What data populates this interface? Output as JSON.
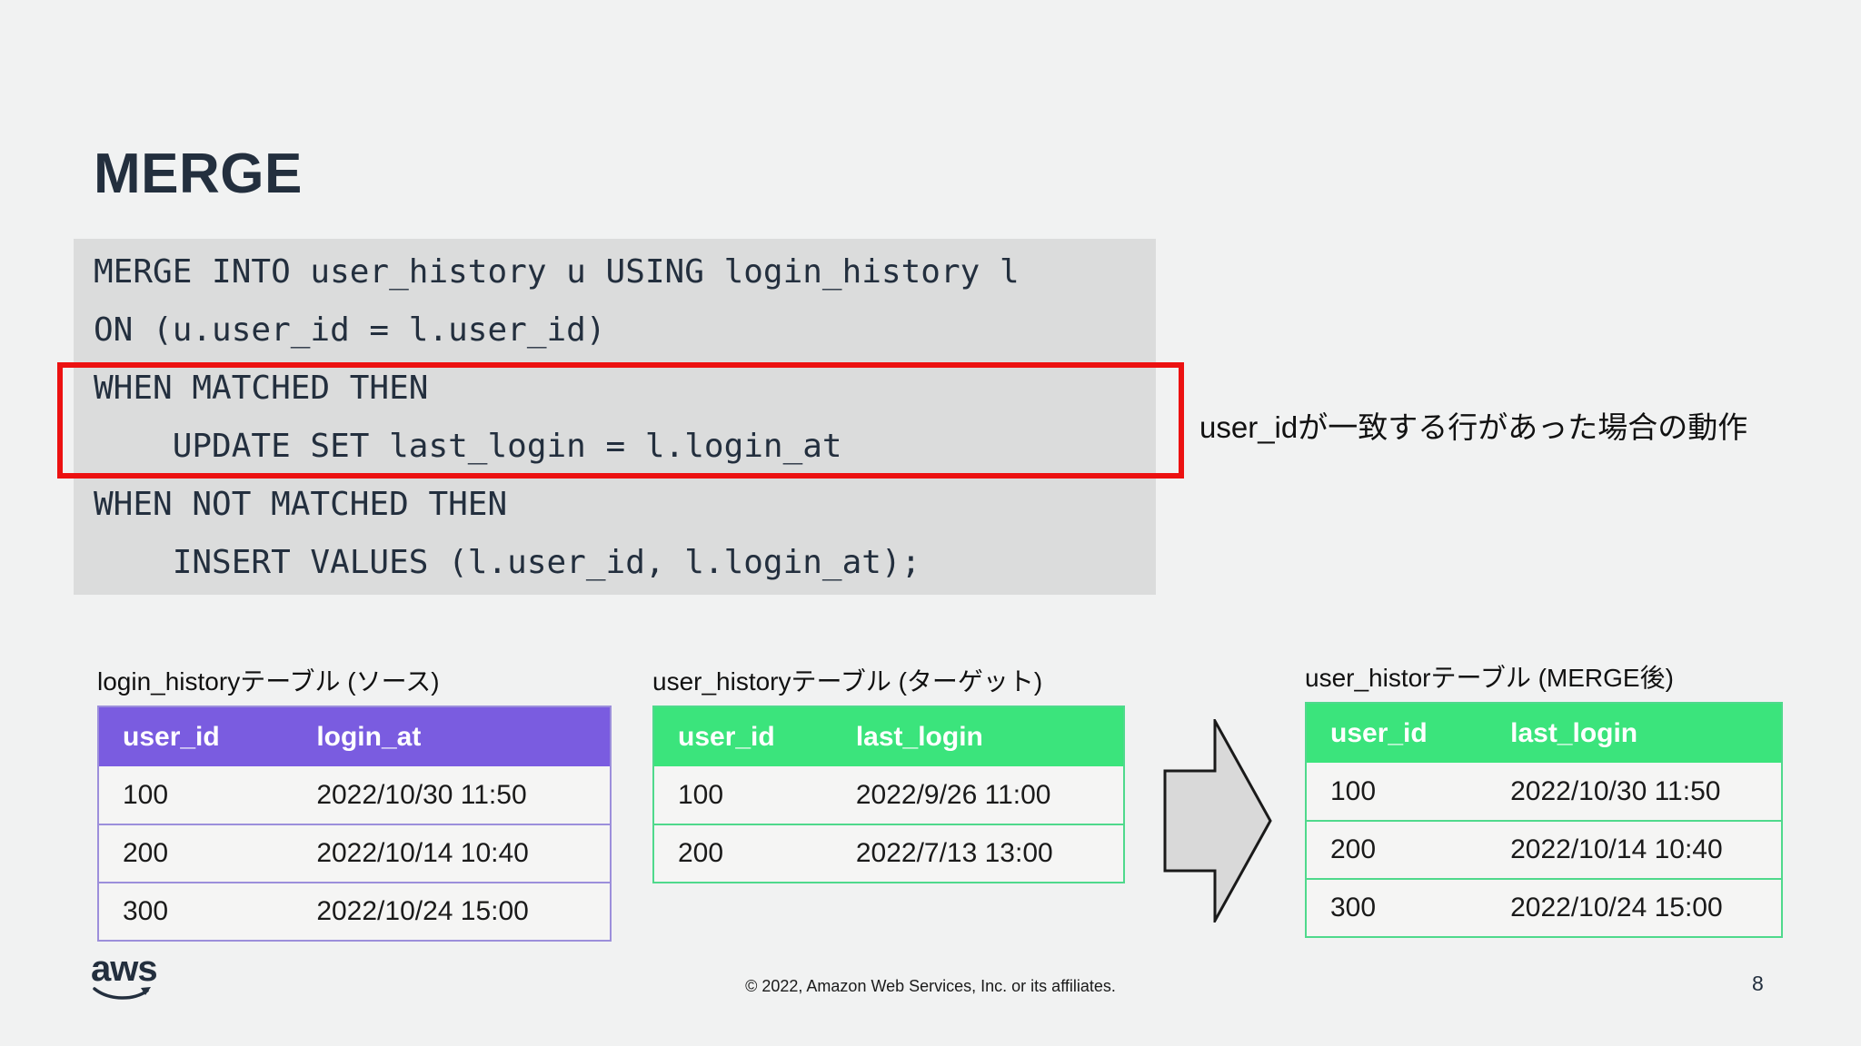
{
  "slide": {
    "title": "MERGE",
    "page_number": "8",
    "footer_copyright": "© 2022, Amazon Web Services, Inc. or its affiliates.",
    "logo_text": "aws"
  },
  "code": {
    "lines": [
      "MERGE INTO user_history u USING login_history l",
      "ON (u.user_id = l.user_id)",
      "WHEN MATCHED THEN",
      "    UPDATE SET last_login = l.login_at",
      "WHEN NOT MATCHED THEN",
      "    INSERT VALUES (l.user_id, l.login_at);"
    ],
    "highlight_note": "user_idが一致する行があった場合の動作"
  },
  "colors": {
    "page_background": "#F1F2F2",
    "title_text": "#232F3E",
    "code_background": "#DBDCDC",
    "code_text": "#232F3E",
    "highlight_box_red": "#EC1111",
    "changed_value_red": "#E01111",
    "source_header_purple": "#7A5CE0",
    "target_header_green": "#3BE47C",
    "arrow_fill_gray": "#D9D9D9"
  },
  "tables": {
    "source": {
      "caption": "login_historyテーブル (ソース)",
      "columns": [
        "user_id",
        "login_at"
      ],
      "rows": [
        {
          "cells": [
            "100",
            "2022/10/30 11:50"
          ],
          "styles": [
            "normal",
            "normal"
          ]
        },
        {
          "cells": [
            "200",
            "2022/10/14 10:40"
          ],
          "styles": [
            "normal",
            "normal"
          ]
        },
        {
          "cells": [
            "300",
            "2022/10/24 15:00"
          ],
          "styles": [
            "normal",
            "normal"
          ]
        }
      ]
    },
    "target": {
      "caption": "user_historyテーブル (ターゲット)",
      "columns": [
        "user_id",
        "last_login"
      ],
      "rows": [
        {
          "cells": [
            "100",
            "2022/9/26 11:00"
          ],
          "styles": [
            "normal",
            "normal"
          ]
        },
        {
          "cells": [
            "200",
            "2022/7/13 13:00"
          ],
          "styles": [
            "normal",
            "normal"
          ]
        }
      ]
    },
    "merged": {
      "caption": "user_historテーブル (MERGE後)",
      "columns": [
        "user_id",
        "last_login"
      ],
      "rows": [
        {
          "cells": [
            "100",
            "2022/10/30 11:50"
          ],
          "styles": [
            "normal",
            "changed"
          ]
        },
        {
          "cells": [
            "200",
            "2022/10/14 10:40"
          ],
          "styles": [
            "normal",
            "changed"
          ]
        },
        {
          "cells": [
            "300",
            "2022/10/24 15:00"
          ],
          "styles": [
            "changed",
            "changed"
          ]
        }
      ]
    }
  }
}
